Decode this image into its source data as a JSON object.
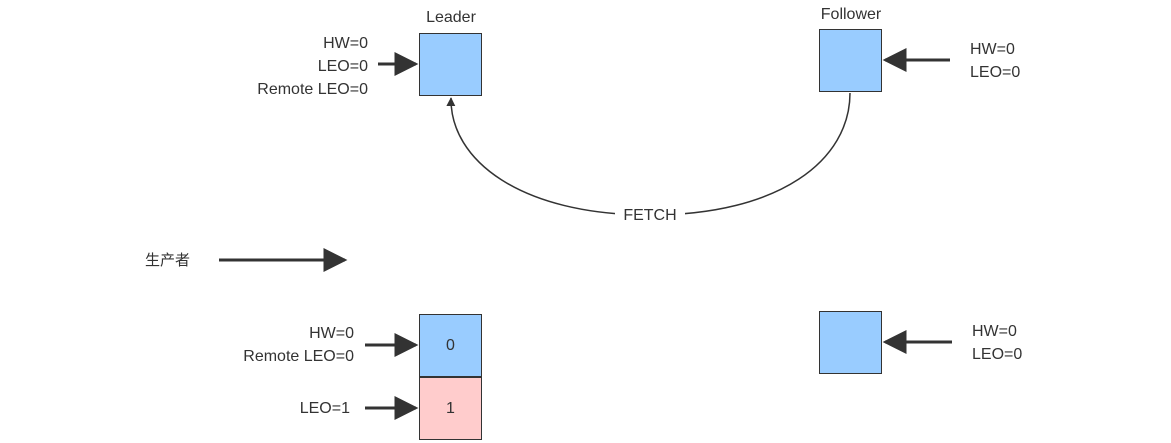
{
  "colors": {
    "box_blue": "#99ccff",
    "box_pink": "#ffcccc",
    "stroke": "#333333",
    "text": "#333333",
    "background": "#ffffff"
  },
  "top": {
    "leader": {
      "title": "Leader",
      "state": [
        "HW=0",
        "LEO=0",
        "Remote LEO=0"
      ]
    },
    "follower": {
      "title": "Follower",
      "state": [
        "HW=0",
        "LEO=0"
      ]
    },
    "fetch_label": "FETCH"
  },
  "producer": {
    "label": "生产者"
  },
  "bottom": {
    "leader": {
      "state": [
        "HW=0",
        "Remote LEO=0"
      ],
      "leo_label": "LEO=1",
      "cells": [
        "0",
        "1"
      ]
    },
    "follower": {
      "state": [
        "HW=0",
        "LEO=0"
      ]
    }
  }
}
